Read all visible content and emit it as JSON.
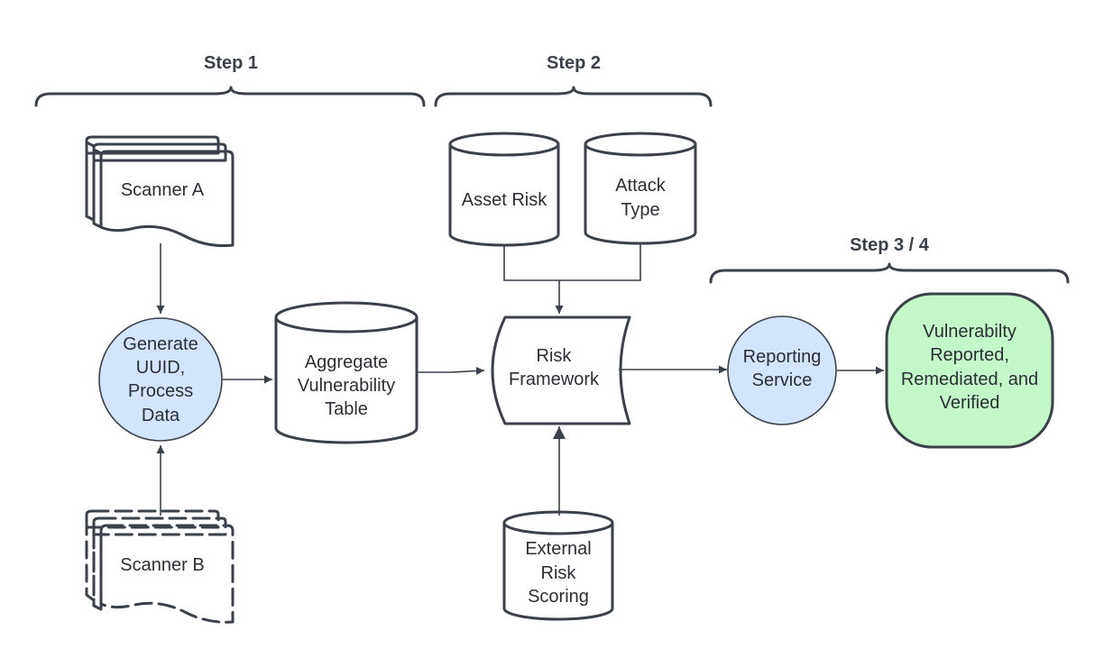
{
  "steps": {
    "step1": "Step 1",
    "step2": "Step 2",
    "step34": "Step 3 / 4"
  },
  "nodes": {
    "scanner_a": "Scanner A",
    "scanner_b": "Scanner B",
    "generate": [
      "Generate",
      "UUID,",
      "Process",
      "Data"
    ],
    "aggregate": [
      "Aggregate",
      "Vulnerability",
      "Table"
    ],
    "asset_risk": "Asset Risk",
    "attack_type": [
      "Attack",
      "Type"
    ],
    "risk_framework": [
      "Risk",
      "Framework"
    ],
    "external_risk": [
      "External",
      "Risk",
      "Scoring"
    ],
    "reporting": [
      "Reporting",
      "Service"
    ],
    "verified": [
      "Vulnerabilty",
      "Reported,",
      "Remediated, and",
      "Verified"
    ]
  },
  "colors": {
    "stroke": "#3a414a",
    "blue_fill": "#d3e5fc",
    "green_fill": "#c3f7c8",
    "white": "#ffffff"
  }
}
